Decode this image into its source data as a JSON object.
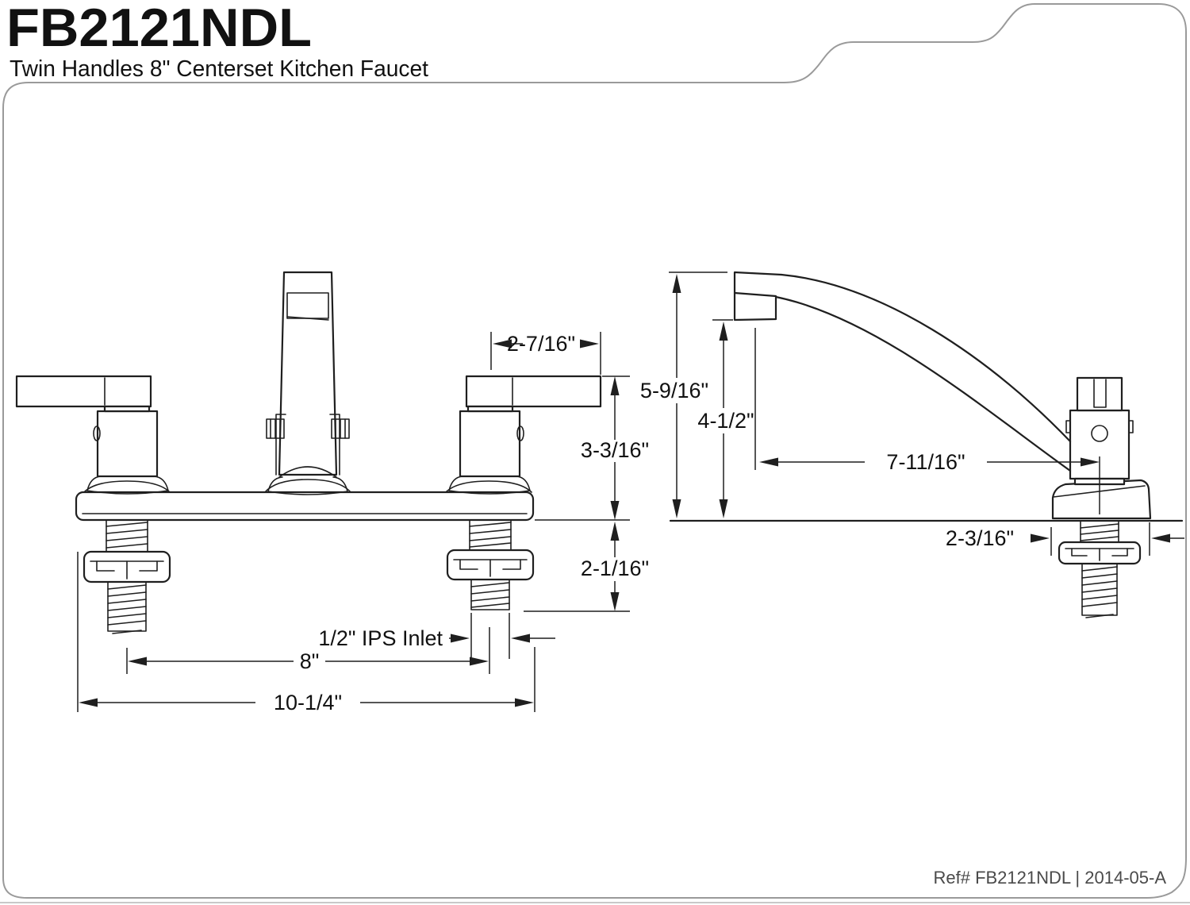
{
  "header": {
    "model": "FB2121NDL",
    "subtitle": "Twin Handles 8\" Centerset Kitchen Faucet"
  },
  "front_view": {
    "dim_handle_span": "2-7/16\"",
    "dim_handle_height_above_counter": "3-3/16\"",
    "dim_shank_below_counter": "2-1/16\"",
    "label_inlet": "1/2\" IPS Inlet",
    "dim_inlet_centers": "8\"",
    "dim_overall_width": "10-1/4\""
  },
  "side_view": {
    "dim_overall_height": "5-9/16\"",
    "dim_spout_outlet_height": "4-1/2\"",
    "dim_spout_reach": "7-11/16\"",
    "dim_base_depth": "2-3/16\""
  },
  "footer": {
    "reference": "Ref# FB2121NDL | 2014-05-A"
  },
  "colors": {
    "line": "#1f1f1f",
    "border": "#9a9a9a",
    "text": "#111111",
    "footer_text": "#4a4a4a",
    "background": "#ffffff"
  }
}
